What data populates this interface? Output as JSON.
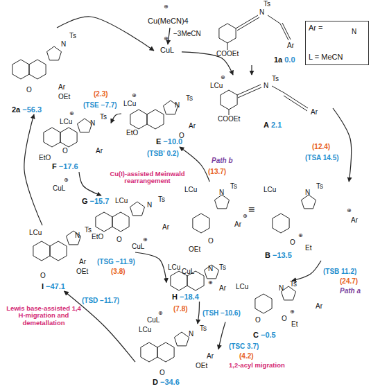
{
  "diagram": {
    "nodes": [
      {
        "text": [
          "Cu(MeCN)4"
        ]
      },
      {
        "text": [
          "CuL"
        ]
      },
      {
        "text": [
          "1a",
          "0.0"
        ]
      },
      {
        "text": [
          "Ar =",
          "L = MeCN"
        ]
      },
      {
        "text": [
          "2a",
          "−56.3"
        ]
      },
      {
        "text": [
          "A",
          "2.1"
        ]
      },
      {
        "text": [
          "E",
          "−10.0"
        ]
      },
      {
        "text": [
          "F",
          "−17.6"
        ]
      },
      {
        "text": [
          "G",
          "−15.7"
        ]
      },
      {
        "text": [
          "B",
          "−13.5"
        ]
      },
      {
        "text": [
          "H",
          "−18.4"
        ]
      },
      {
        "text": [
          "I",
          "−47.1"
        ]
      },
      {
        "text": [
          "D",
          "−34.6"
        ]
      },
      {
        "text": [
          "C",
          "−0.5"
        ]
      }
    ],
    "edges": [
      {
        "from": 0,
        "to": 1,
        "arrow": "to",
        "label": "−3MeCN"
      },
      {
        "from": 1,
        "to": 5,
        "arrow": "to"
      },
      {
        "from": 2,
        "to": 5,
        "arrow": "to"
      },
      {
        "from": 5,
        "to": 9,
        "arrow": "to",
        "label": "(TSA 14.5)"
      },
      {
        "from": 9,
        "to": 13,
        "arrow": "to",
        "label": "(TSB 11.2)"
      },
      {
        "from": 13,
        "to": 12,
        "arrow": "to",
        "label": "(TSC 3.7)"
      },
      {
        "from": 12,
        "to": 11,
        "arrow": "to",
        "label": "(TSD −11.7)"
      },
      {
        "from": 11,
        "to": 4,
        "arrow": "to"
      },
      {
        "from": 4,
        "to": 1,
        "arrow": "to"
      },
      {
        "from": 9,
        "to": 6,
        "arrow": "to",
        "label": "(TSB' 0.2)"
      },
      {
        "from": 6,
        "to": 7,
        "arrow": "to",
        "label": "(TSE −7.7)"
      },
      {
        "from": 7,
        "to": 8,
        "arrow": "to"
      },
      {
        "from": 8,
        "to": 10,
        "arrow": "to",
        "label": "(TSG −11.9)"
      },
      {
        "from": 10,
        "to": 12,
        "arrow": "to",
        "label": "(TSH −10.6)"
      }
    ],
    "labels": [
      "⊕",
      "⊕",
      "Ts",
      "N",
      "COOEt",
      "Ar",
      "N",
      "⊕",
      "LCu",
      "Ts",
      "N",
      "COOEt",
      "Ar",
      "N",
      "Ts",
      "O",
      "Ar",
      "OEt",
      "⊕",
      "LCu",
      "N",
      "Ts",
      "Ar",
      "O",
      "EtO",
      "(2.3)",
      "Path b",
      "(13.7)",
      "(12.4)",
      "⊕",
      "LCu",
      "N",
      "Ts",
      "O",
      "EtO",
      "Ar",
      "Cu(I)-assisted Meinwald rearrangement",
      "⊕",
      "CuL",
      "LCu",
      "N",
      "Ts",
      "Ar",
      "⊕",
      "O",
      "OEt",
      "≡",
      "LCu",
      "N",
      "Ts",
      "O",
      "⊕",
      "Et",
      "⊕",
      "Ar",
      "LCu",
      "N",
      "Ts",
      "Ar",
      "EtO",
      "O",
      "CuL",
      "⊕",
      "(3.8)",
      "LCu",
      "N",
      "Ts",
      "⊕",
      "Ar",
      "CuL",
      "(7.8)",
      "⊕",
      "CuL",
      "LCu",
      "N",
      "Ts",
      "O",
      "Ar",
      "OEt",
      "LCu",
      "N",
      "Ts",
      "Ar",
      "O",
      "O",
      "⊕",
      "Et",
      "Path a",
      "(24.7)",
      "Lewis base-assisted 1,4 H-migration and demetallation",
      "(4.2)",
      "1,2-acyl migration",
      "LCu",
      "N",
      "Ts",
      "Ar",
      "O",
      "OEt"
    ]
  }
}
